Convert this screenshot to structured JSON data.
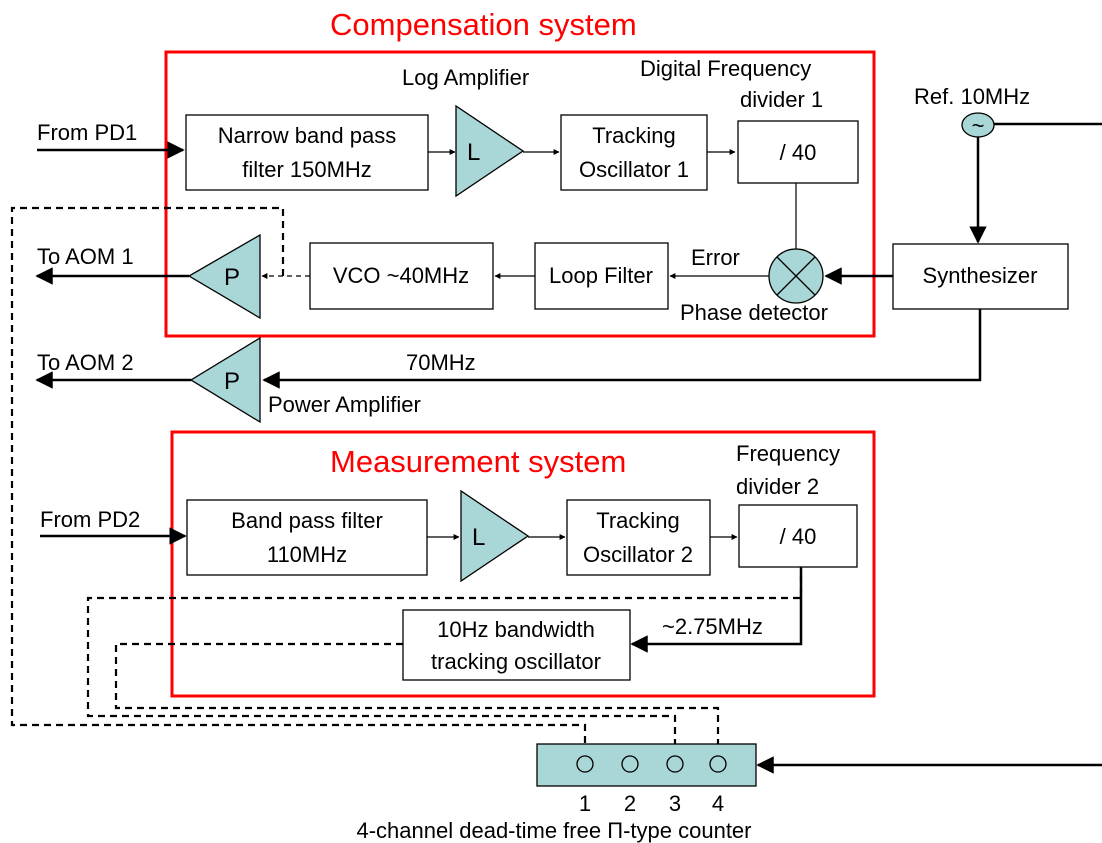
{
  "titles": {
    "compensation": "Compensation system",
    "measurement": "Measurement system"
  },
  "labels": {
    "log_amplifier": "Log Amplifier",
    "digital_freq_line1": "Digital Frequency",
    "digital_freq_line2": "divider 1",
    "ref": "Ref. 10MHz",
    "from_pd1": "From PD1",
    "from_pd2": "From PD2",
    "to_aom1": "To AOM 1",
    "to_aom2": "To AOM 2",
    "error": "Error",
    "phase_detector": "Phase detector",
    "seventy_mhz": "70MHz",
    "power_amplifier": "Power Amplifier",
    "freq_div2_line1": "Frequency",
    "freq_div2_line2": "divider 2",
    "approx_275": "~2.75MHz",
    "counter_caption": "4-channel dead-time free Π-type counter"
  },
  "blocks": {
    "nbpf_line1": "Narrow band pass",
    "nbpf_line2": "filter 150MHz",
    "to1_line1": "Tracking",
    "to1_line2": "Oscillator 1",
    "div1": "/ 40",
    "vco": "VCO ~40MHz",
    "loop_filter": "Loop Filter",
    "synth": "Synthesizer",
    "bpf_line1": "Band pass filter",
    "bpf_line2": "110MHz",
    "to2_line1": "Tracking",
    "to2_line2": "Oscillator 2",
    "div2": "/ 40",
    "tosc10_line1": "10Hz bandwidth",
    "tosc10_line2": "tracking oscillator"
  },
  "symbols": {
    "log_amp": "L",
    "log_amp2": "L",
    "power_amp1": "P",
    "power_amp2": "P",
    "ref_osc": "~"
  },
  "counter_channels": [
    "1",
    "2",
    "3",
    "4"
  ]
}
